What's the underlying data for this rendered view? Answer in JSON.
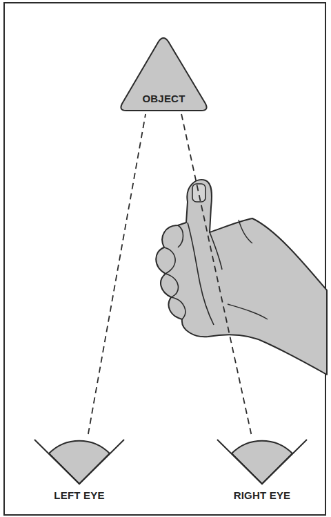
{
  "diagram": {
    "nodes": [
      {
        "text": [
          "OBJECT"
        ]
      },
      {
        "text": [
          "LEFT EYE"
        ]
      },
      {
        "text": [
          "RIGHT EYE"
        ]
      }
    ],
    "edges": [
      {
        "from": 1,
        "to": 0,
        "arrow": "none"
      },
      {
        "from": 2,
        "to": 0,
        "arrow": "none"
      }
    ]
  }
}
